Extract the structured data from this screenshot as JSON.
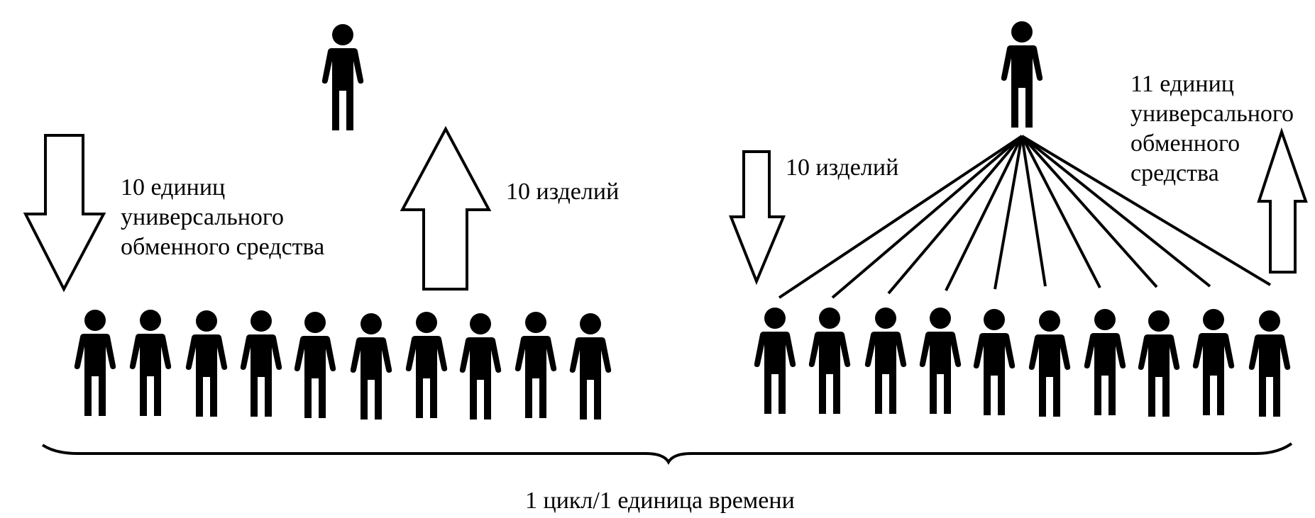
{
  "diagram": {
    "left_scene": {
      "money_in_lines": [
        "10 единиц",
        "универсального",
        "обменного средства"
      ],
      "goods_out_label": "10 изделий",
      "people_count": 10
    },
    "right_scene": {
      "goods_in_label": "10 изделий",
      "money_out_lines": [
        "11 единиц",
        "универсального",
        "обменного",
        "средства"
      ],
      "people_count": 10
    },
    "time_caption": "1 цикл/1 единица времени"
  },
  "colors": {
    "ink": "#000000",
    "background": "#ffffff"
  }
}
